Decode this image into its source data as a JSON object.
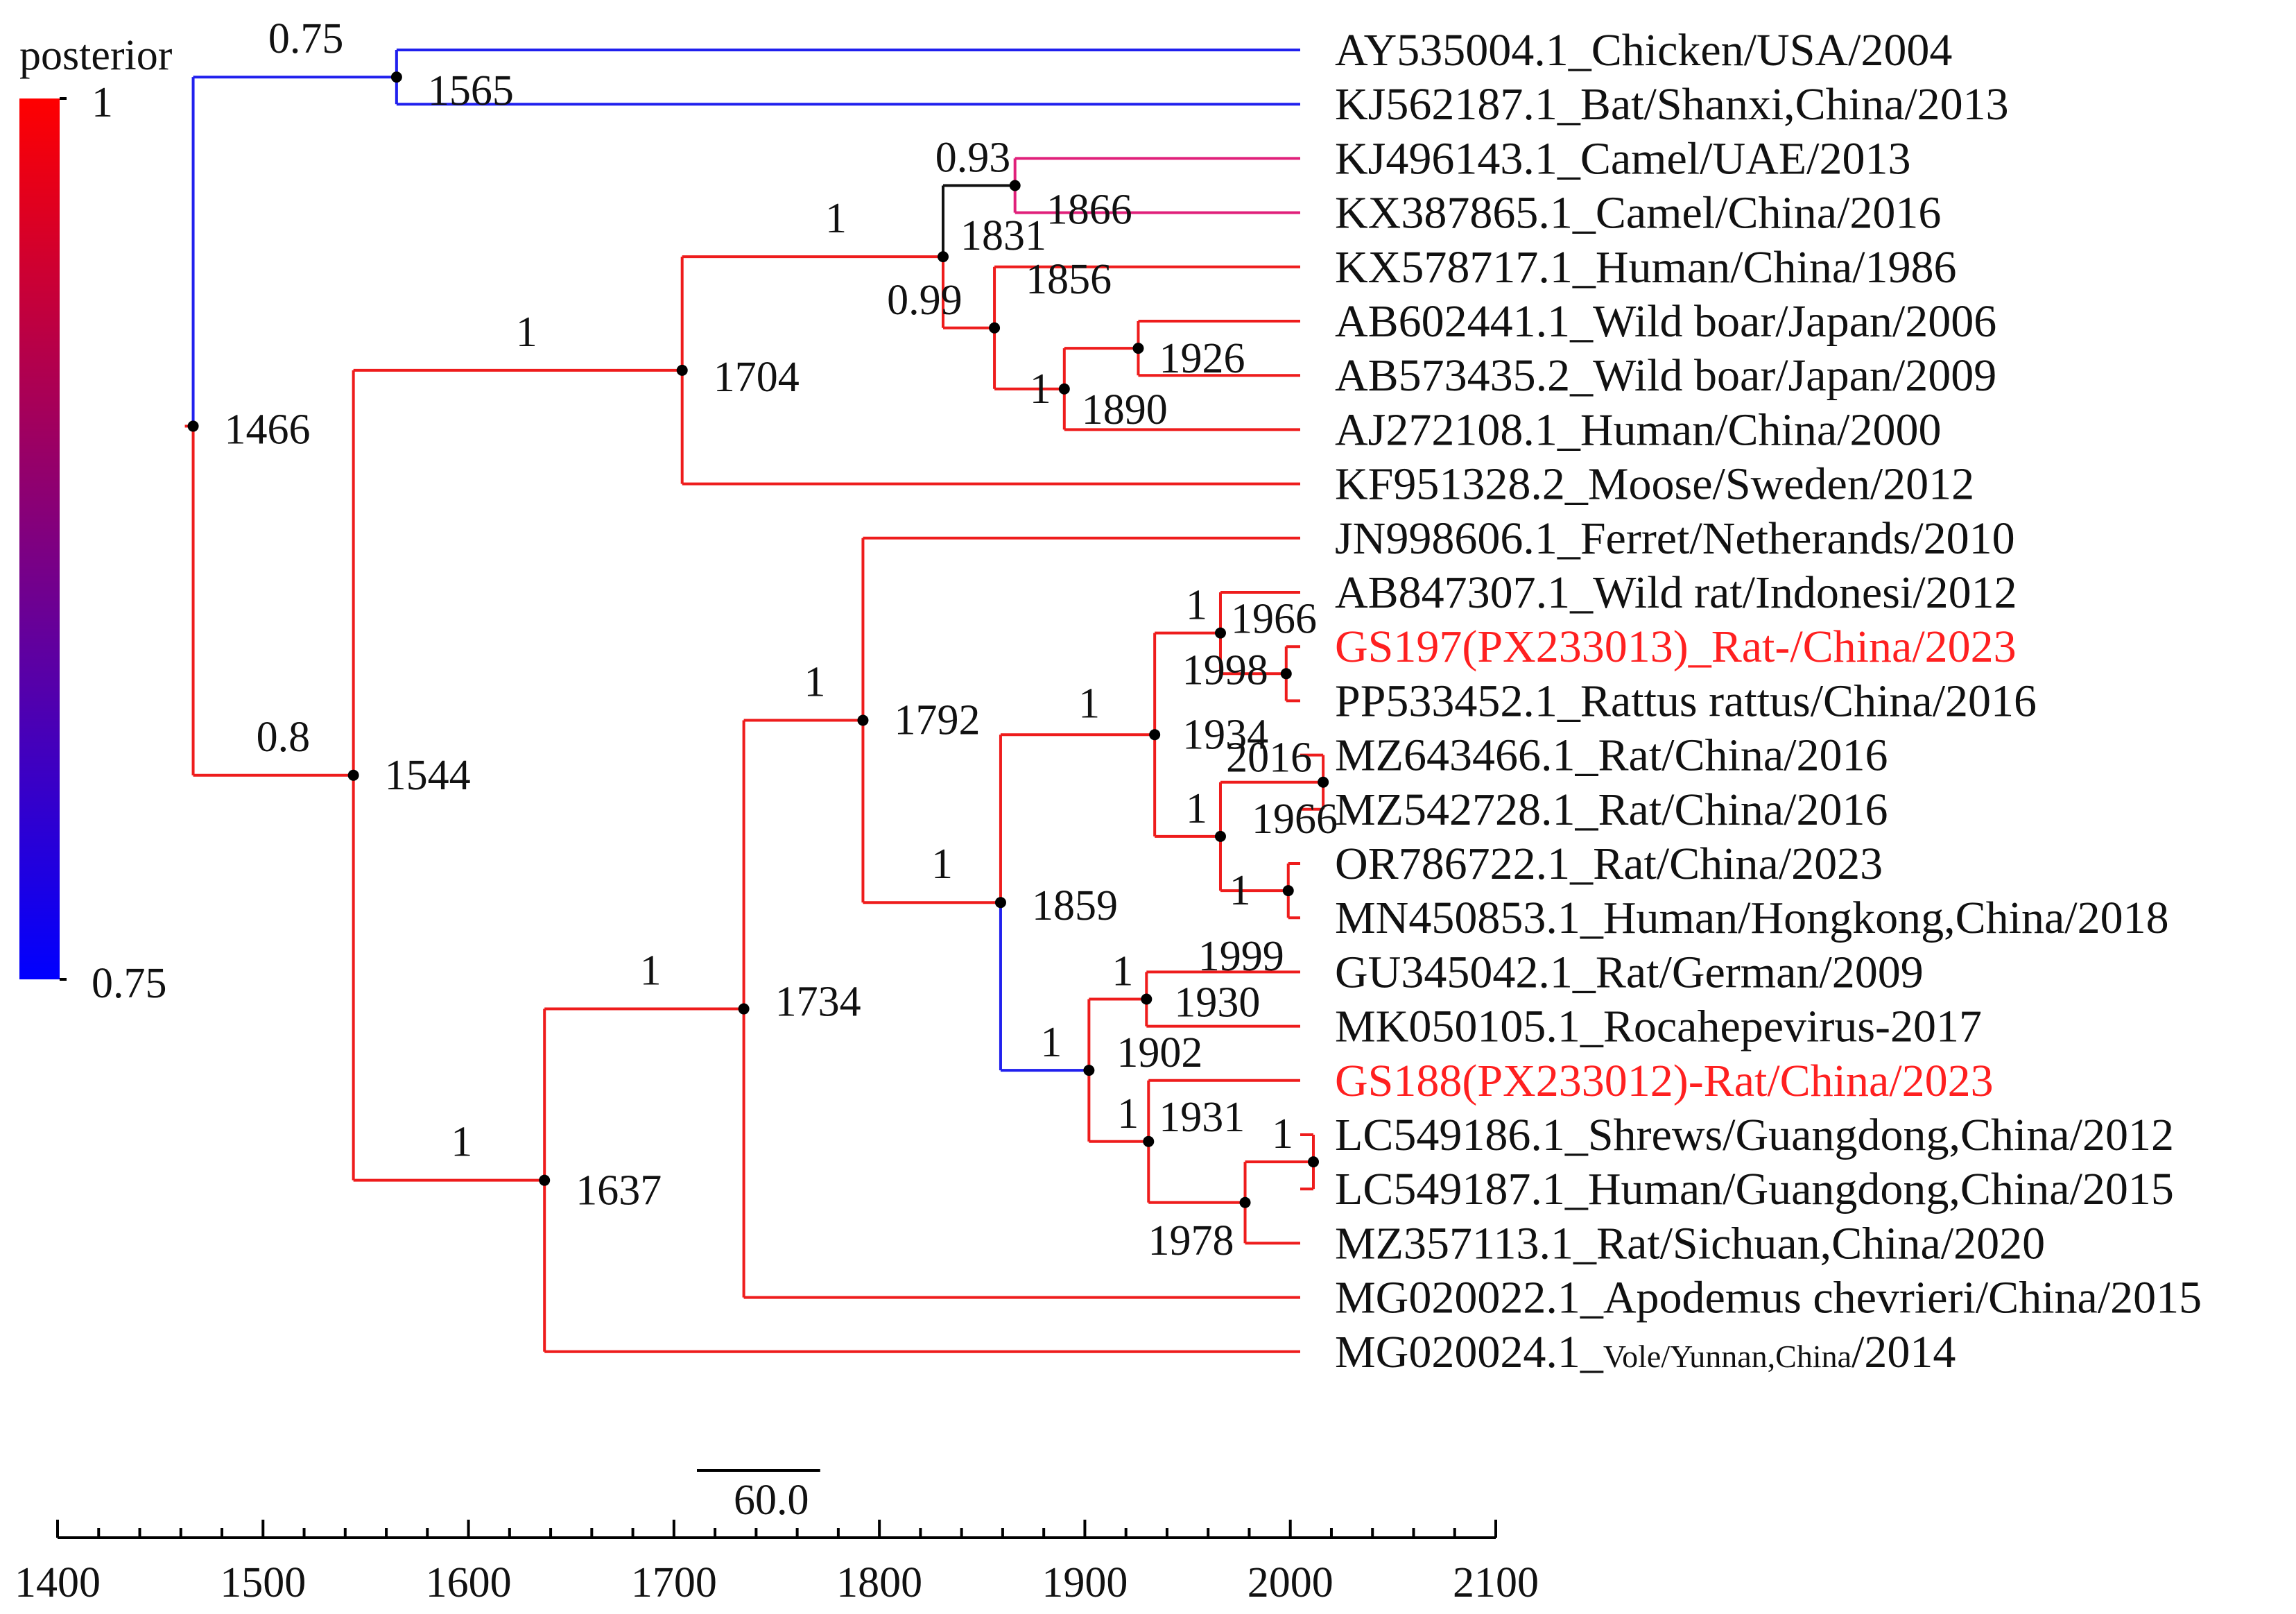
{
  "legend": {
    "title": "posterior",
    "max_label": "1",
    "min_label": "0.75",
    "color_high": "#ff0000",
    "color_low": "#0000ff"
  },
  "scale_bar": {
    "label": "60.0",
    "length_years": 60
  },
  "axis": {
    "min": 1400,
    "max": 2100,
    "ticks": [
      "1400",
      "1500",
      "1600",
      "1700",
      "1800",
      "1900",
      "2000",
      "2100"
    ]
  },
  "highlight_color": "#ff2020",
  "tips": [
    {
      "label": "AY535004.1_Chicken/USA/2004",
      "highlight": false
    },
    {
      "label": "KJ562187.1_Bat/Shanxi,China/2013",
      "highlight": false
    },
    {
      "label": "KJ496143.1_Camel/UAE/2013",
      "highlight": false
    },
    {
      "label": "KX387865.1_Camel/China/2016",
      "highlight": false
    },
    {
      "label": "KX578717.1_Human/China/1986",
      "highlight": false
    },
    {
      "label": "AB602441.1_Wild boar/Japan/2006",
      "highlight": false
    },
    {
      "label": "AB573435.2_Wild boar/Japan/2009",
      "highlight": false
    },
    {
      "label": "AJ272108.1_Human/China/2000",
      "highlight": false
    },
    {
      "label": "KF951328.2_Moose/Sweden/2012",
      "highlight": false
    },
    {
      "label": "JN998606.1_Ferret/Netherands/2010",
      "highlight": false
    },
    {
      "label": "AB847307.1_Wild rat/Indonesi/2012",
      "highlight": false
    },
    {
      "label": "GS197(PX233013)_Rat-/China/2023",
      "highlight": true
    },
    {
      "label": "PP533452.1_Rattus rattus/China/2016",
      "highlight": false
    },
    {
      "label": "MZ643466.1_Rat/China/2016",
      "highlight": false
    },
    {
      "label": "MZ542728.1_Rat/China/2016",
      "highlight": false
    },
    {
      "label": "OR786722.1_Rat/China/2023",
      "highlight": false
    },
    {
      "label": "MN450853.1_Human/Hongkong,China/2018",
      "highlight": false
    },
    {
      "label": "GU345042.1_Rat/German/2009",
      "highlight": false
    },
    {
      "label": "MK050105.1_Rocahepevirus-2017",
      "highlight": false
    },
    {
      "label": "GS188(PX233012)-Rat/China/2023",
      "highlight": true
    },
    {
      "label": "LC549186.1_Shrews/Guangdong,China/2012",
      "highlight": false
    },
    {
      "label": "LC549187.1_Human/Guangdong,China/2015",
      "highlight": false
    },
    {
      "label": "MZ357113.1_Rat/Sichuan,China/2020",
      "highlight": false
    },
    {
      "label": "MG020022.1_Apodemus chevrieri/China/2015",
      "highlight": false
    },
    {
      "label_prefix": "MG020024.1_",
      "label_small": "Vole/Yunnan,China",
      "label_suffix": "/2014",
      "highlight": false
    }
  ],
  "nodes": [
    {
      "id": "n1466",
      "date": "1466",
      "posterior": "",
      "children": [
        "n1565",
        "n1544"
      ]
    },
    {
      "id": "n1565",
      "date": "1565",
      "posterior": "0.75",
      "children": [
        "t0",
        "t1"
      ]
    },
    {
      "id": "n1544",
      "date": "1544",
      "posterior": "0.8",
      "children": [
        "n1704",
        "n1637"
      ]
    },
    {
      "id": "n1704",
      "date": "1704",
      "posterior": "1",
      "children": [
        "n1831",
        "t8"
      ]
    },
    {
      "id": "n1831",
      "date": "1831",
      "posterior": "1",
      "children": [
        "n1866",
        "n1856"
      ]
    },
    {
      "id": "n1866",
      "date": "1866",
      "posterior": "0.93",
      "children": [
        "t2",
        "t3"
      ]
    },
    {
      "id": "n1856",
      "date": "1856",
      "posterior": "0.99",
      "children": [
        "t4",
        "n1890"
      ]
    },
    {
      "id": "n1890",
      "date": "1890",
      "posterior": "1",
      "children": [
        "n1926",
        "t7"
      ]
    },
    {
      "id": "n1926",
      "date": "1926",
      "posterior": "",
      "children": [
        "t5",
        "t6"
      ]
    },
    {
      "id": "n1637",
      "date": "1637",
      "posterior": "1",
      "children": [
        "n1734",
        "t24"
      ]
    },
    {
      "id": "n1734",
      "date": "1734",
      "posterior": "1",
      "children": [
        "n1792",
        "t23"
      ]
    },
    {
      "id": "n1792",
      "date": "1792",
      "posterior": "1",
      "children": [
        "t9",
        "n1859"
      ]
    },
    {
      "id": "n1859",
      "date": "1859",
      "posterior": "1",
      "children": [
        "n1934",
        "n1902"
      ]
    },
    {
      "id": "n1934",
      "date": "1934",
      "posterior": "1",
      "children": [
        "n1966a",
        "n1966b"
      ]
    },
    {
      "id": "n1966a",
      "date": "1966",
      "posterior": "1",
      "children": [
        "t10",
        "n1998"
      ]
    },
    {
      "id": "n1998",
      "date": "1998",
      "posterior": "",
      "children": [
        "t11",
        "t12"
      ]
    },
    {
      "id": "n1966b",
      "date": "1966",
      "posterior": "1",
      "children": [
        "n2016",
        "n1999"
      ]
    },
    {
      "id": "n2016",
      "date": "2016",
      "posterior": "",
      "children": [
        "t13",
        "t14"
      ]
    },
    {
      "id": "n1999",
      "date": "1999",
      "posterior": "1",
      "children": [
        "t15",
        "t16"
      ]
    },
    {
      "id": "n1902",
      "date": "1902",
      "posterior": "1",
      "children": [
        "n1930",
        "n1931"
      ]
    },
    {
      "id": "n1930",
      "date": "1930",
      "posterior": "1",
      "children": [
        "t17",
        "t18"
      ]
    },
    {
      "id": "n1931",
      "date": "1931",
      "posterior": "1",
      "children": [
        "t19",
        "n1978"
      ]
    },
    {
      "id": "n1978",
      "date": "1978",
      "posterior": "",
      "children": [
        "n2010",
        "t22"
      ]
    },
    {
      "id": "n2010",
      "date": "",
      "posterior": "1",
      "children": [
        "t20",
        "t21"
      ]
    }
  ]
}
